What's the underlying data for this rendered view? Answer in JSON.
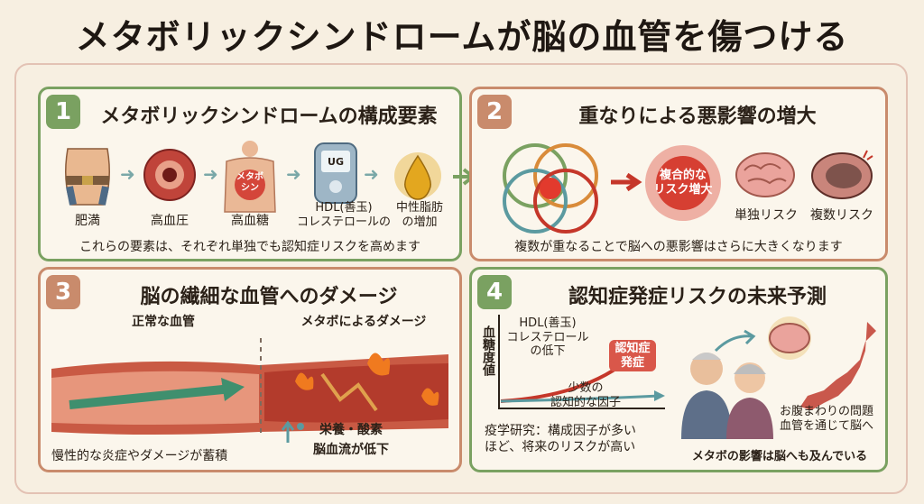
{
  "title": "メタボリックシンドロームが脳の血管を傷つける",
  "colors": {
    "green": "#7aa161",
    "terracotta": "#c98b6c",
    "red": "#c5372a",
    "teal": "#5b9aa0"
  },
  "panel1": {
    "number": "1",
    "title": "メタボリックシンドロームの構成要素",
    "items": [
      {
        "label": "肥満",
        "icon": "belly-icon"
      },
      {
        "label": "高血圧",
        "icon": "artery-icon"
      },
      {
        "label": "高血糖",
        "badge": "メタボ\nシン",
        "icon": "body-icon"
      },
      {
        "label": "HDL(善玉)\nコレステロールの",
        "meter": "UG",
        "icon": "glucose-meter-icon"
      },
      {
        "label": "中性脂肪\nの増加",
        "icon": "oil-drop-icon"
      }
    ],
    "caption": "これらの要素は、それぞれ単独でも認知症リスクを高めます"
  },
  "panel2": {
    "number": "2",
    "title": "重なりによる悪影響の増大",
    "burst": "複合的な\nリスク増大",
    "single_label": "単独リスク",
    "multi_label": "複数リスク",
    "caption": "複数が重なることで脳への悪影響はさらに大きくなります"
  },
  "panel3": {
    "number": "3",
    "title": "脳の繊細な血管へのダメージ",
    "normal_label": "正常な血管",
    "damage_label": "メタボによるダメージ",
    "nutrient_label": "栄養・酸素",
    "flow_label": "脳血流が低下",
    "caption": "慢性的な炎症やダメージが蓄積"
  },
  "panel4": {
    "number": "4",
    "title": "認知症発症リスクの未来予測",
    "ylabel": "血糖度値",
    "high_label": "HDL(善玉)\nコレステロール\nの低下",
    "low_label": "少数の\n認知的な因子",
    "onset_label": "認知症\n発症",
    "caption": "疫学研究：構成因子が多い\nほど、将来のリスクが高い",
    "note": "お腹まわりの問題\n血管を通じて脳へ",
    "footer": "メタボの影響は脳へも及んでいる"
  }
}
